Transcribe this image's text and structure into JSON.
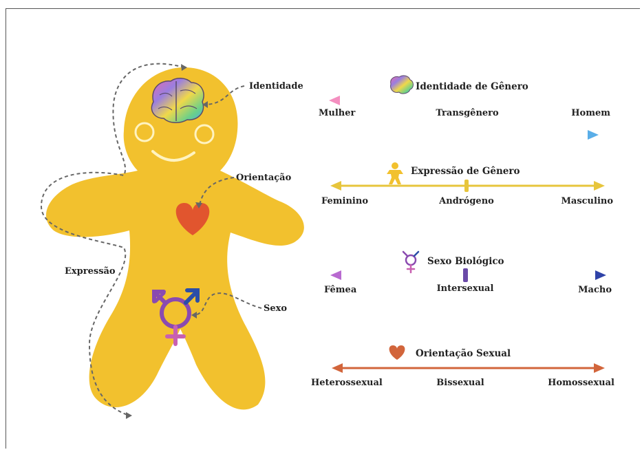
{
  "figure": {
    "labels": {
      "identidade": "Identidade",
      "orientacao": "Orientação",
      "expressao": "Expressão",
      "sexo": "Sexo"
    }
  },
  "scales": [
    {
      "title": "Identidade de Gênero",
      "icon": "brain-icon",
      "left": "Mulher",
      "middle": "Transgênero",
      "right": "Homem",
      "colors": [
        "#f48fc0",
        "#f5e97a",
        "#7fd3d8",
        "#5aaee8"
      ]
    },
    {
      "title": "Expressão de Gênero",
      "icon": "person-icon",
      "left": "Feminino",
      "middle": "Andrógeno",
      "right": "Masculino",
      "color": "#e7c53c"
    },
    {
      "title": "Sexo Biológico",
      "icon": "transgender-symbol-icon",
      "left": "Fêmea",
      "middle": "Intersexual",
      "right": "Macho",
      "colors": [
        "#b86ad0",
        "#2f43a8"
      ]
    },
    {
      "title": "Orientação Sexual",
      "icon": "heart-icon",
      "left": "Heterossexual",
      "middle": "Bissexual",
      "right": "Homossexual",
      "color": "#d2653b"
    }
  ]
}
